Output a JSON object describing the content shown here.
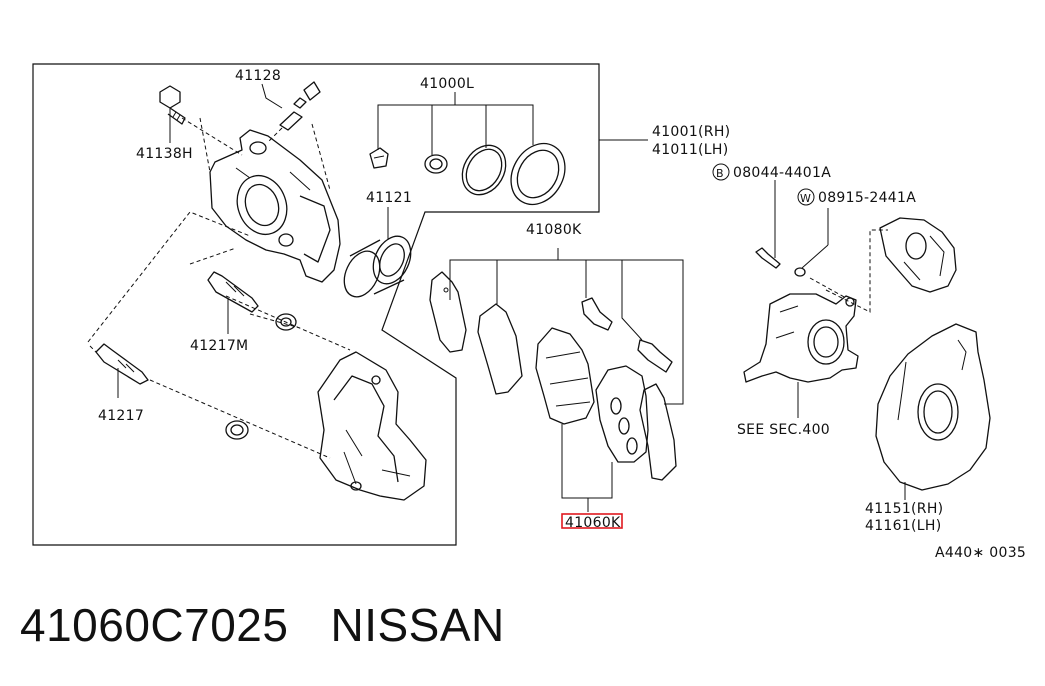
{
  "labels": {
    "p41128": "41128",
    "p41000L": "41000L",
    "p41138H": "41138H",
    "p41121": "41121",
    "p41001": "41001(RH)",
    "p41011": "41011(LH)",
    "p08044": "08044-4401A",
    "p08915": "08915-2441A",
    "circB": "B",
    "circW": "W",
    "p41080K": "41080K",
    "p41217M": "41217M",
    "p41217": "41217",
    "seeSec": "SEE SEC.400",
    "p41151": "41151(RH)",
    "p41161": "41161(LH)",
    "p41060K": "41060K",
    "ref": "A440∗ 0035"
  },
  "caption": {
    "part_number": "41060C7025",
    "brand": "NISSAN"
  },
  "highlight_color": "#e0191f"
}
